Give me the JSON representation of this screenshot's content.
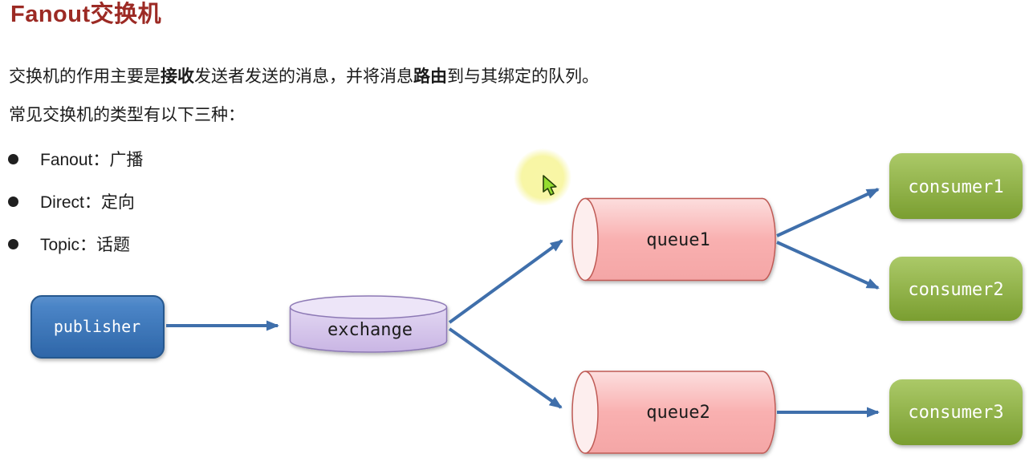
{
  "colors": {
    "title": "#9c2a24",
    "text": "#1c1c1c",
    "arrow": "#3f6fab",
    "publisher-top": "#5a90cd",
    "publisher-bottom": "#2e66a8",
    "publisher-border": "#27588f",
    "exchange-top": "#ede5f8",
    "exchange-light": "#e9e0f6",
    "exchange-dark": "#c9b5e4",
    "exchange-border": "#8d79b5",
    "queue-cap": "#fdeeee",
    "queue-light": "#fcdede",
    "queue-mid": "#f9b0b0",
    "queue-dark": "#f4a6a6",
    "queue-border": "#bf5a54",
    "consumer-top": "#abc968",
    "consumer-bottom": "#7a9e30",
    "highlight": "#f7f5a0",
    "cursor-fill": "#95dd2f",
    "cursor-border": "#27420b"
  },
  "page": {
    "title": "Fanout交换机",
    "intro": {
      "pre": "交换机的作用主要是",
      "bold1": "接收",
      "mid": "发送者发送的消息，并将消息",
      "bold2": "路由",
      "post": "到与其绑定的队列。"
    },
    "line2": "常见交换机的类型有以下三种：",
    "bullets": [
      "Fanout：广播",
      "Direct：定向",
      "Topic：话题"
    ]
  },
  "diagram": {
    "publisher": "publisher",
    "exchange": "exchange",
    "queue1": "queue1",
    "queue2": "queue2",
    "consumer1": "consumer1",
    "consumer2": "consumer2",
    "consumer3": "consumer3"
  }
}
